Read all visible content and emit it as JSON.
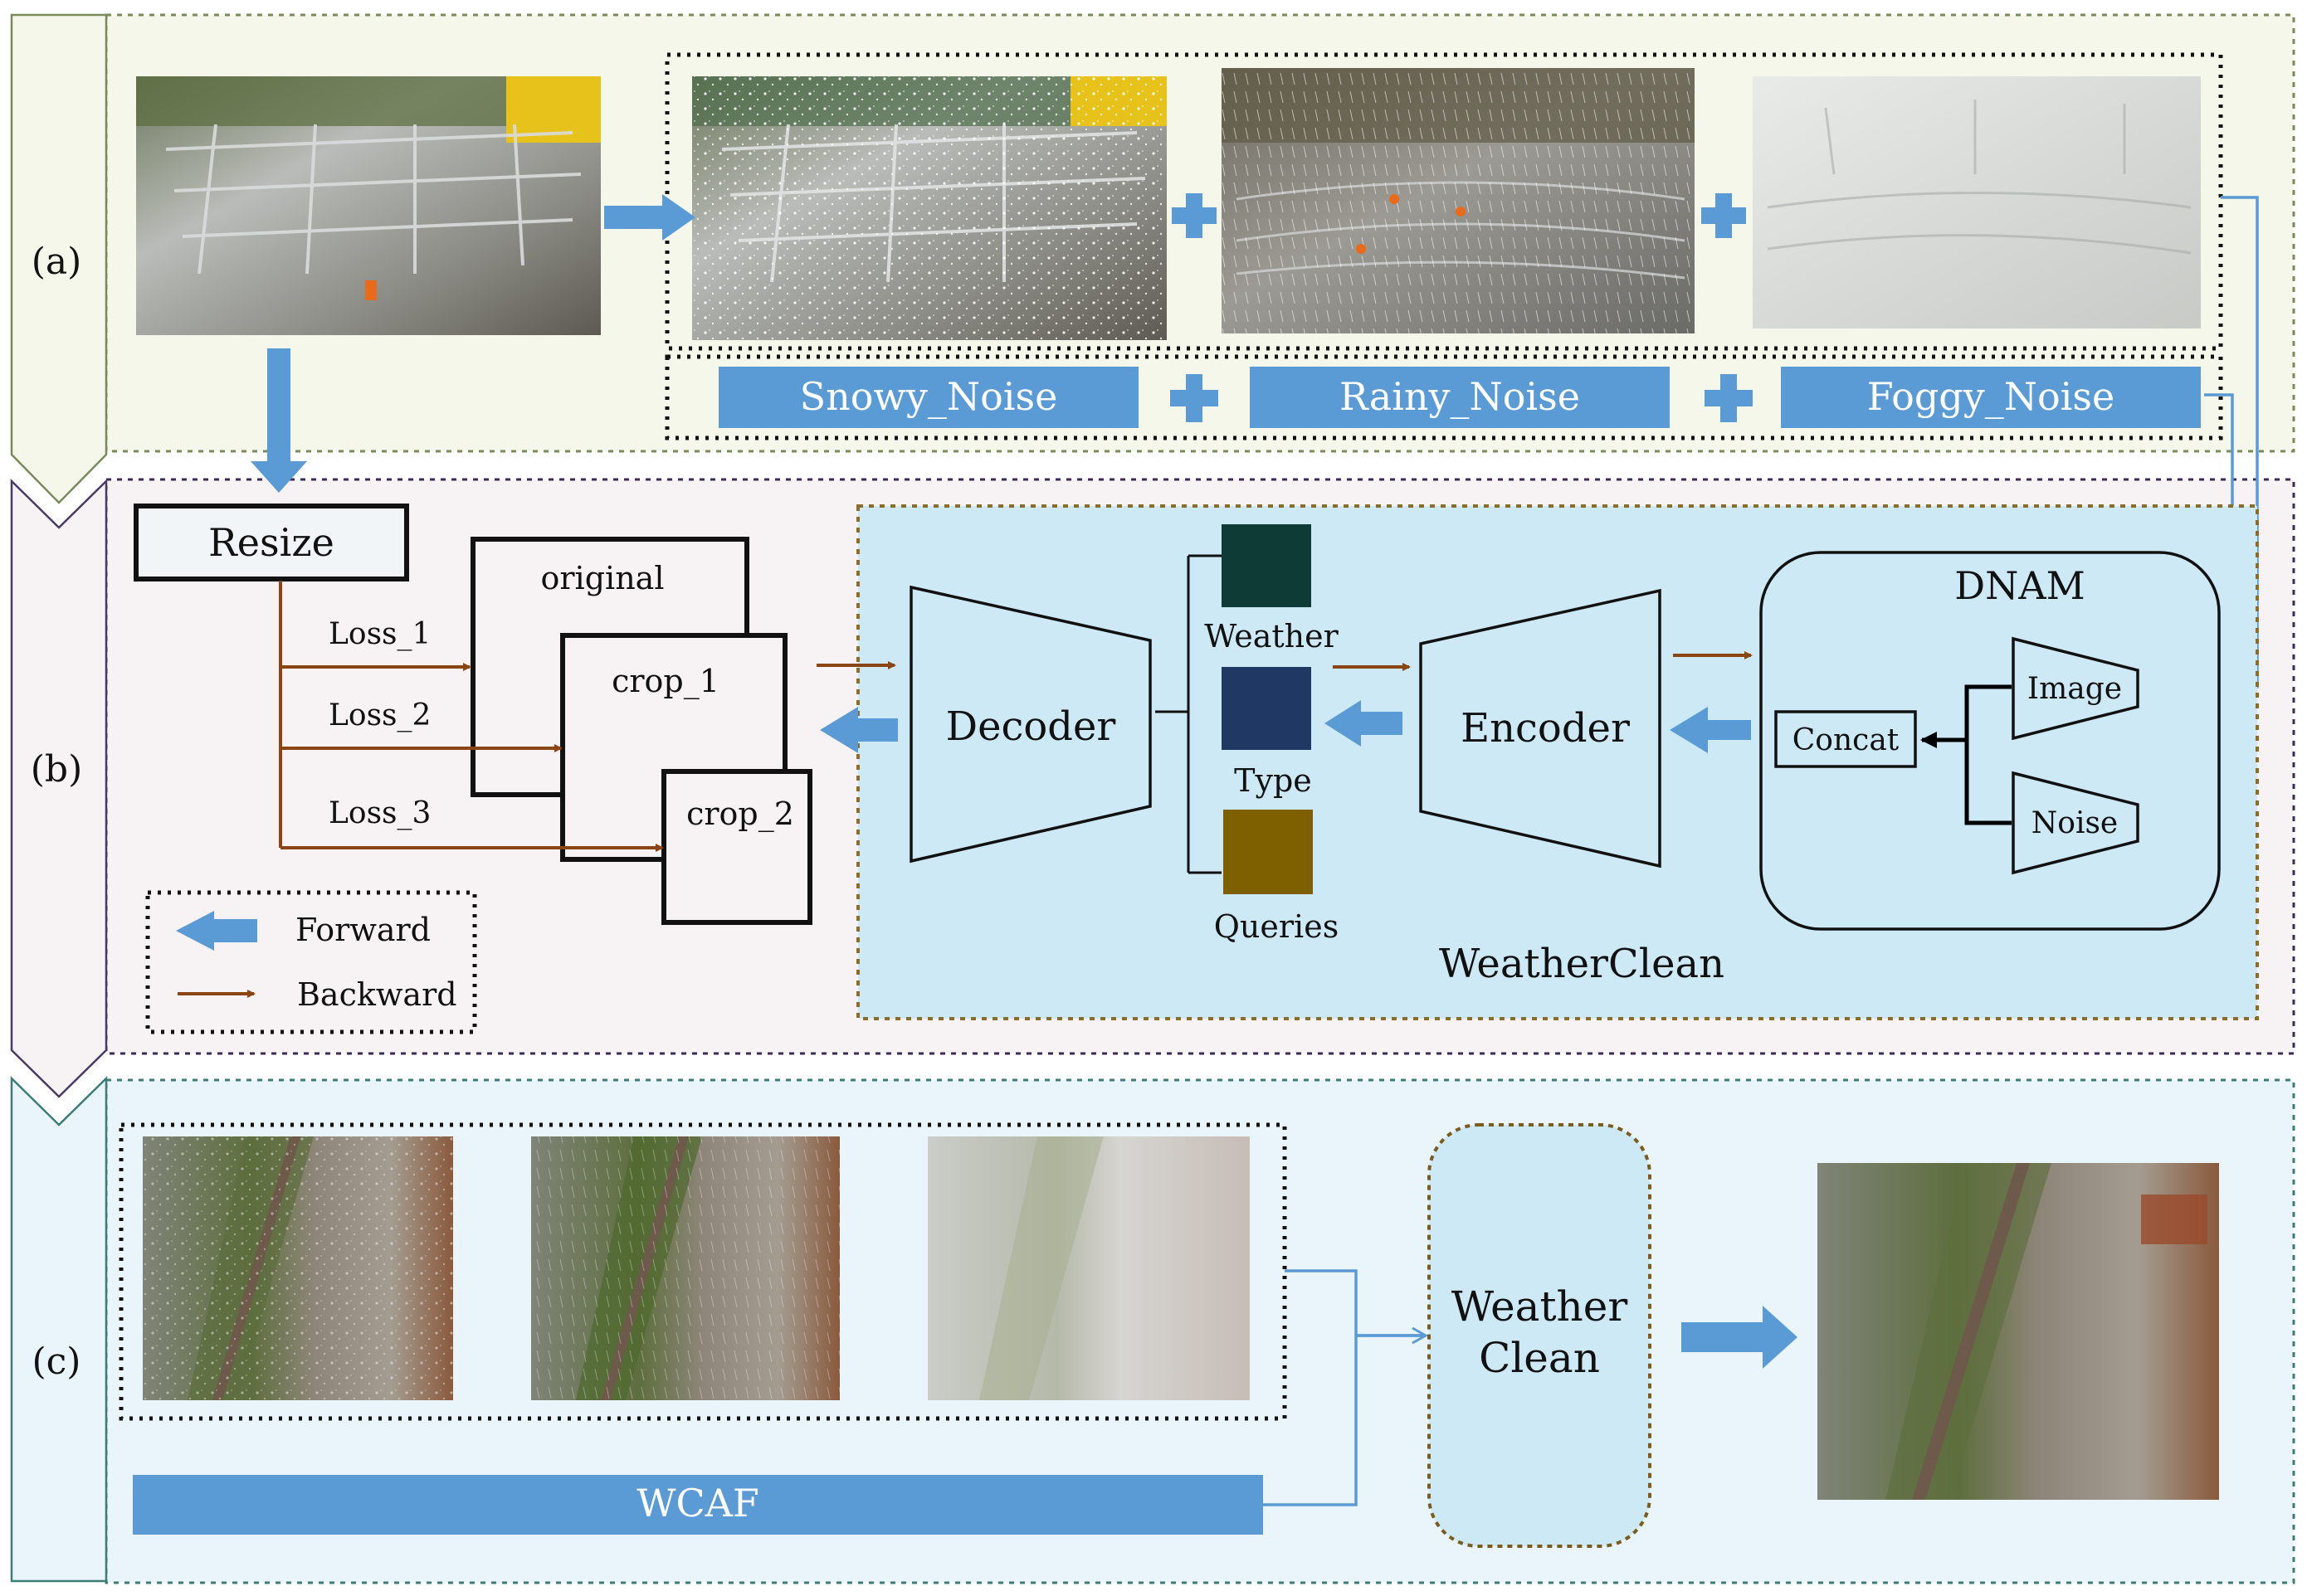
{
  "sections": {
    "a": "(a)",
    "b": "(b)",
    "c": "(c)"
  },
  "noise_labels": [
    "Snowy_Noise",
    "Rainy_Noise",
    "Foggy_Noise"
  ],
  "pipeline": {
    "resize": "Resize",
    "original": "original",
    "crop1": "crop_1",
    "crop2": "crop_2",
    "loss1": "Loss_1",
    "loss2": "Loss_2",
    "loss3": "Loss_3",
    "decoder": "Decoder",
    "encoder": "Encoder",
    "weather": "Weather",
    "type": "Type",
    "queries": "Queries",
    "dnam": "DNAM",
    "image": "Image",
    "noise": "Noise",
    "concat": "Concat",
    "weatherclean": "WeatherClean"
  },
  "legend": {
    "forward": "Forward",
    "backward": "Backward"
  },
  "bottom": {
    "wcaf": "WCAF",
    "wc_line1": "Weather",
    "wc_line2": "Clean"
  },
  "colors": {
    "blue": "#5b9bd5",
    "brown": "#8b4513",
    "panel_a_bg": "#f4f7ea",
    "panel_b_bg": "#f7f3f4",
    "panel_c_bg": "#eaf5fb",
    "weatherclean_bg": "#cde9f5",
    "weather_query": "#0f3b36",
    "type_query": "#1f3864",
    "queries_query": "#7f6000"
  }
}
